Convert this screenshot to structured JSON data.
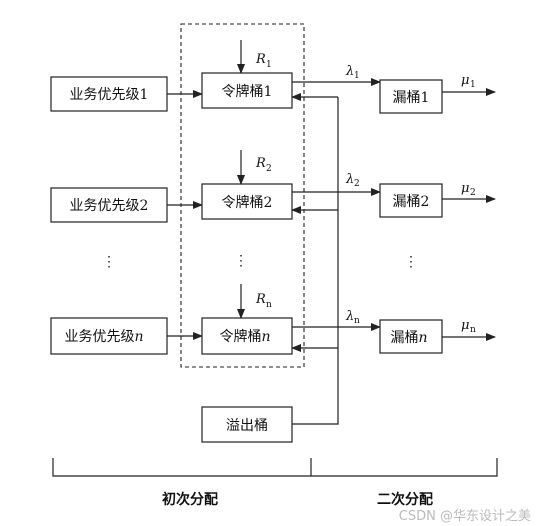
{
  "priorities": [
    {
      "label": "业务优先级1"
    },
    {
      "label": "业务优先级2"
    },
    {
      "label": "业务优先级",
      "italic_suffix": "n"
    }
  ],
  "token_buckets": [
    {
      "label": "令牌桶1",
      "rate_var": "R",
      "rate_sub": "1"
    },
    {
      "label": "令牌桶2",
      "rate_var": "R",
      "rate_sub": "2"
    },
    {
      "label": "令牌桶",
      "italic_suffix": "n",
      "rate_var": "R",
      "rate_sub": "n"
    }
  ],
  "leaky_buckets": [
    {
      "label": "漏桶1",
      "in_var": "λ",
      "in_sub": "1",
      "out_var": "μ",
      "out_sub": "1"
    },
    {
      "label": "漏桶2",
      "in_var": "λ",
      "in_sub": "2",
      "out_var": "μ",
      "out_sub": "2"
    },
    {
      "label": "漏桶",
      "italic_suffix": "n",
      "in_var": "λ",
      "in_sub": "n",
      "out_var": "μ",
      "out_sub": "n"
    }
  ],
  "overflow_bucket": {
    "label": "溢出桶"
  },
  "dots": "⋮",
  "stage_labels": {
    "first": "初次分配",
    "second": "二次分配"
  },
  "watermark": "CSDN @华东设计之美"
}
